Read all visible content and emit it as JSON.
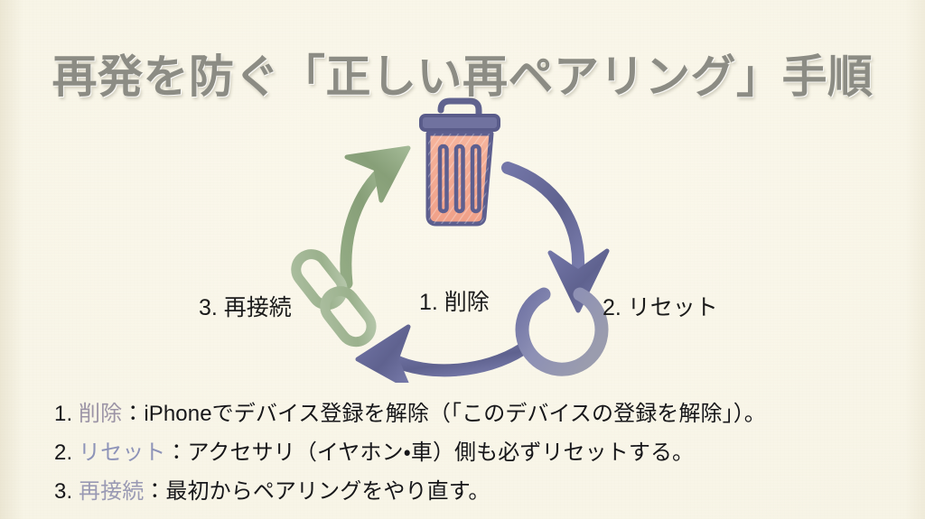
{
  "slide": {
    "title": "再発を防ぐ「正しい再ペアリング」手順",
    "background_color": "#f9f6e9",
    "title_color": "#8c8c84"
  },
  "diagram": {
    "type": "cycle",
    "nodes": [
      {
        "id": "delete",
        "icon": "trash-can-icon",
        "label": "1. 削除",
        "icon_colors": {
          "outline": "#5d5f8f",
          "body": "#f3a98f",
          "lid": "#70729f"
        }
      },
      {
        "id": "reset",
        "icon": "power-button-icon",
        "label": "2. リセット",
        "icon_colors": {
          "outline": "#5d5f8f",
          "body": "#8b8db4"
        }
      },
      {
        "id": "reconnect",
        "icon": "chain-link-icon",
        "label": "3. 再接続",
        "icon_colors": {
          "outline": "#7f9475",
          "body": "#a8bd9b"
        }
      }
    ],
    "arrows": [
      {
        "from": "delete",
        "to": "reset",
        "color": "#626595",
        "name": "arrow-delete-to-reset"
      },
      {
        "from": "reset",
        "to": "reconnect",
        "color": "#626595",
        "name": "arrow-reset-to-reconnect"
      },
      {
        "from": "reconnect",
        "to": "delete",
        "color": "#8ca37e",
        "name": "arrow-reconnect-to-delete"
      }
    ]
  },
  "steps": [
    {
      "num": "1.",
      "key": "削除",
      "key_color": "#9c94a6",
      "sep": "：",
      "text": "iPhoneでデバイス登録を解除（「このデバイスの登録を解除」）。"
    },
    {
      "num": "2.",
      "key": "リセット",
      "key_color": "#8d93b8",
      "sep": "：",
      "text": "アクセサリ（イヤホン・車）側も必ずリセットする。"
    },
    {
      "num": "3.",
      "key": "再接続",
      "key_color": "#9a9ab4",
      "sep": "：",
      "text": "最初からペアリングをやり直す。"
    }
  ]
}
